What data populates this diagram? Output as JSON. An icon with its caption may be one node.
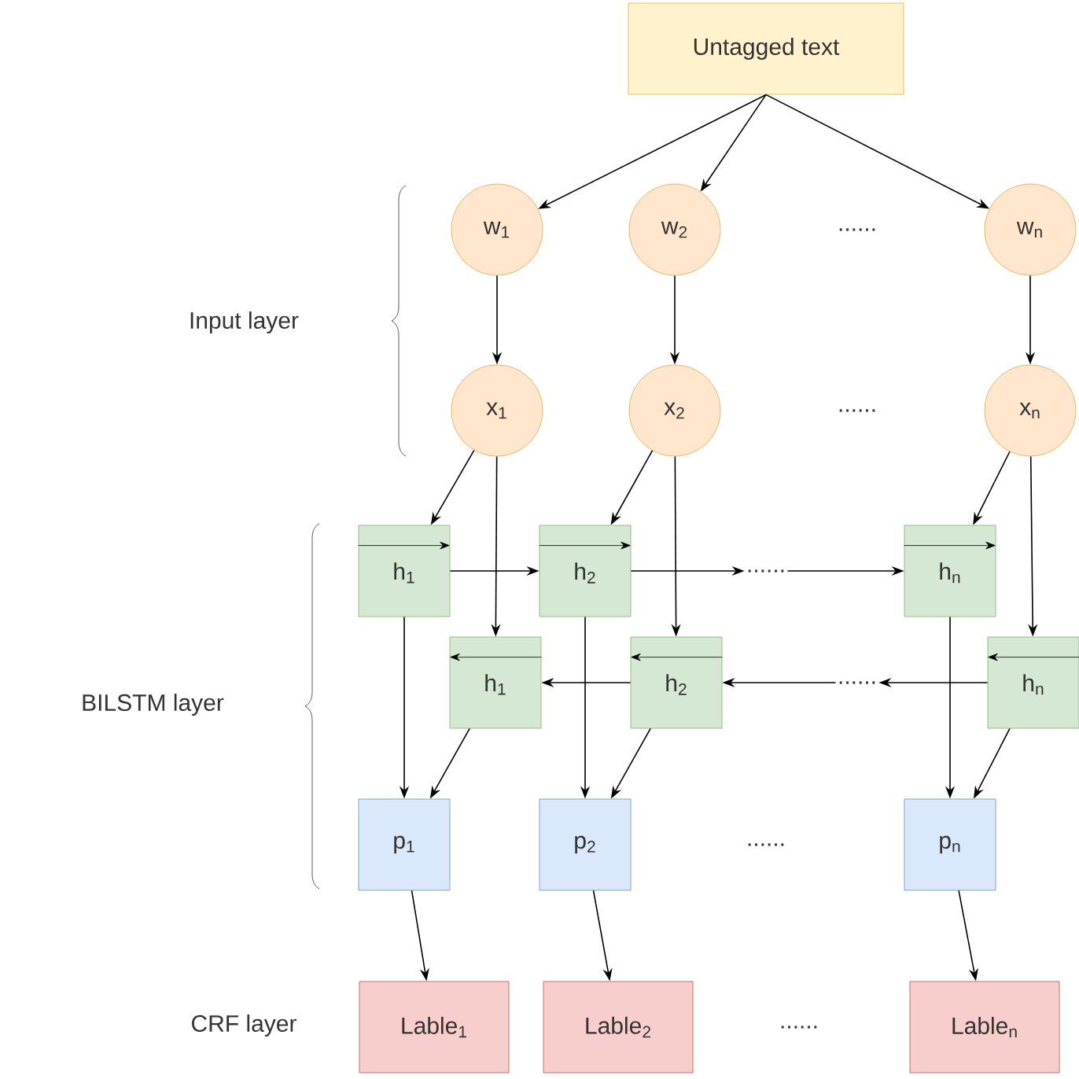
{
  "diagram": {
    "nodes": [
      {
        "text": [
          "Untagged text"
        ]
      },
      {
        "text": [
          "w$_{1}$"
        ]
      },
      {
        "text": [
          "w$_{2}$"
        ]
      },
      {
        "text": [
          "w$_{n}$"
        ]
      },
      {
        "text": [
          "x$_{1}$"
        ]
      },
      {
        "text": [
          "x$_{2}$"
        ]
      },
      {
        "text": [
          "x$_{n}$"
        ]
      },
      {
        "text": [
          "h$_{1}$"
        ]
      },
      {
        "text": [
          "h$_{2}$"
        ]
      },
      {
        "text": [
          "......"
        ]
      },
      {
        "text": [
          "h$_{n}$"
        ]
      },
      {
        "text": [
          "h$_{1}$"
        ]
      },
      {
        "text": [
          "h$_{2}$"
        ]
      },
      {
        "text": [
          "......"
        ]
      },
      {
        "text": [
          "h$_{n}$"
        ]
      },
      {
        "text": [
          "p$_{1}$"
        ]
      },
      {
        "text": [
          "p$_{2}$"
        ]
      },
      {
        "text": [
          "p$_{n}$"
        ]
      },
      {
        "text": [
          "Lable$_{1}$"
        ]
      },
      {
        "text": [
          "Lable$_{2}$"
        ]
      },
      {
        "text": [
          "Lable$_{n}$"
        ]
      }
    ],
    "edges": [
      {
        "from": 0,
        "to": 1,
        "arrow": "to"
      },
      {
        "from": 0,
        "to": 2,
        "arrow": "to"
      },
      {
        "from": 0,
        "to": 3,
        "arrow": "to"
      },
      {
        "from": 1,
        "to": 4,
        "arrow": "to"
      },
      {
        "from": 2,
        "to": 5,
        "arrow": "to"
      },
      {
        "from": 3,
        "to": 6,
        "arrow": "to"
      },
      {
        "from": 4,
        "to": 7,
        "arrow": "to"
      },
      {
        "from": 4,
        "to": 11,
        "arrow": "to"
      },
      {
        "from": 5,
        "to": 8,
        "arrow": "to"
      },
      {
        "from": 5,
        "to": 12,
        "arrow": "to"
      },
      {
        "from": 6,
        "to": 10,
        "arrow": "to"
      },
      {
        "from": 6,
        "to": 14,
        "arrow": "to"
      },
      {
        "from": 7,
        "to": 8,
        "arrow": "to"
      },
      {
        "from": 8,
        "to": 9,
        "arrow": "to"
      },
      {
        "from": 9,
        "to": 10,
        "arrow": "to"
      },
      {
        "from": 14,
        "to": 13,
        "arrow": "to"
      },
      {
        "from": 13,
        "to": 12,
        "arrow": "to"
      },
      {
        "from": 12,
        "to": 11,
        "arrow": "to"
      },
      {
        "from": 7,
        "to": 15,
        "arrow": "to"
      },
      {
        "from": 11,
        "to": 15,
        "arrow": "to"
      },
      {
        "from": 8,
        "to": 16,
        "arrow": "to"
      },
      {
        "from": 12,
        "to": 16,
        "arrow": "to"
      },
      {
        "from": 10,
        "to": 17,
        "arrow": "to"
      },
      {
        "from": 14,
        "to": 17,
        "arrow": "to"
      },
      {
        "from": 15,
        "to": 18,
        "arrow": "to"
      },
      {
        "from": 16,
        "to": 19,
        "arrow": "to"
      },
      {
        "from": 17,
        "to": 20,
        "arrow": "to"
      }
    ],
    "labels": [
      "......",
      "Input layer",
      "......",
      "BILSTM layer",
      "......",
      "CRF layer",
      "......"
    ]
  }
}
